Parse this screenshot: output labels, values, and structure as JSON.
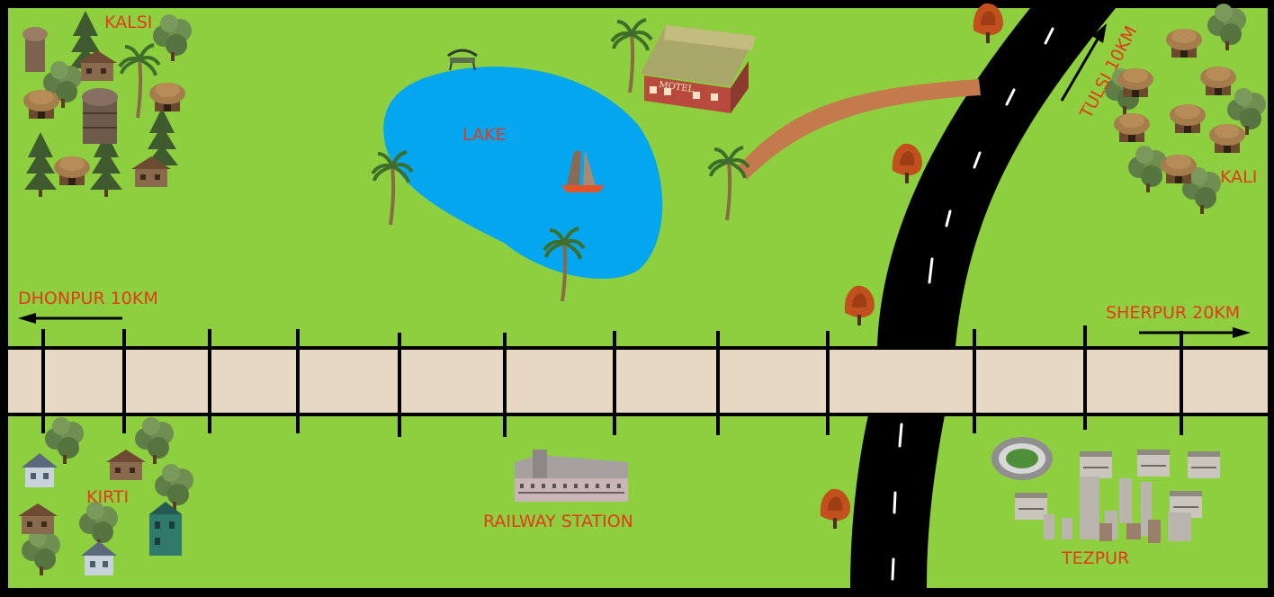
{
  "places": {
    "kalsi": "KALSI",
    "kali": "KALI",
    "kirti": "KIRTI",
    "tezpur": "TEZPUR",
    "lake": "LAKE",
    "railway_station": "RAILWAY STATION"
  },
  "directions": {
    "dhonpur": "DHONPUR 10KM",
    "sherpur": "SHERPUR 20KM",
    "tulsi": "TULSI 10KM"
  },
  "motel_sign": "MOTEL",
  "colors": {
    "grass": "#8dcf3f",
    "lake": "#03a6ef",
    "track_bed": "#e6d8c3",
    "road": "#000000",
    "dirt_path": "#c47a4c",
    "label": "#e33a1b"
  },
  "icons": [
    "hut-icon",
    "tree-icon",
    "palm-tree-icon",
    "house-icon",
    "stadium-icon",
    "boat-icon",
    "motel-icon",
    "bench-icon",
    "railway-station-icon",
    "arrow-icon"
  ]
}
